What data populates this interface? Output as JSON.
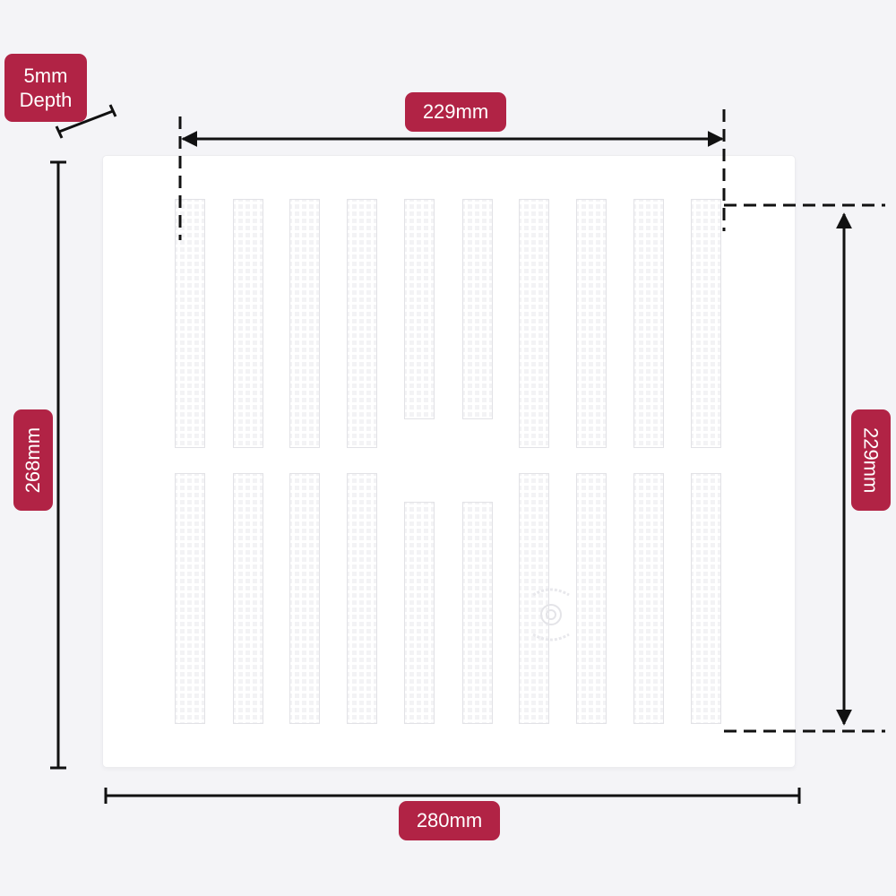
{
  "dimensions": {
    "top_width": "229mm",
    "overall_width": "280mm",
    "overall_height": "268mm",
    "vent_height": "229mm",
    "depth_value": "5mm",
    "depth_word": "Depth"
  },
  "colors": {
    "label_bg": "#b12345",
    "label_text": "#ffffff",
    "dimension_line": "#111111",
    "vent_body": "#ffffff",
    "background": "#f4f4f7"
  },
  "icons": {
    "center_badge": "manufacturer-logo-icon"
  }
}
